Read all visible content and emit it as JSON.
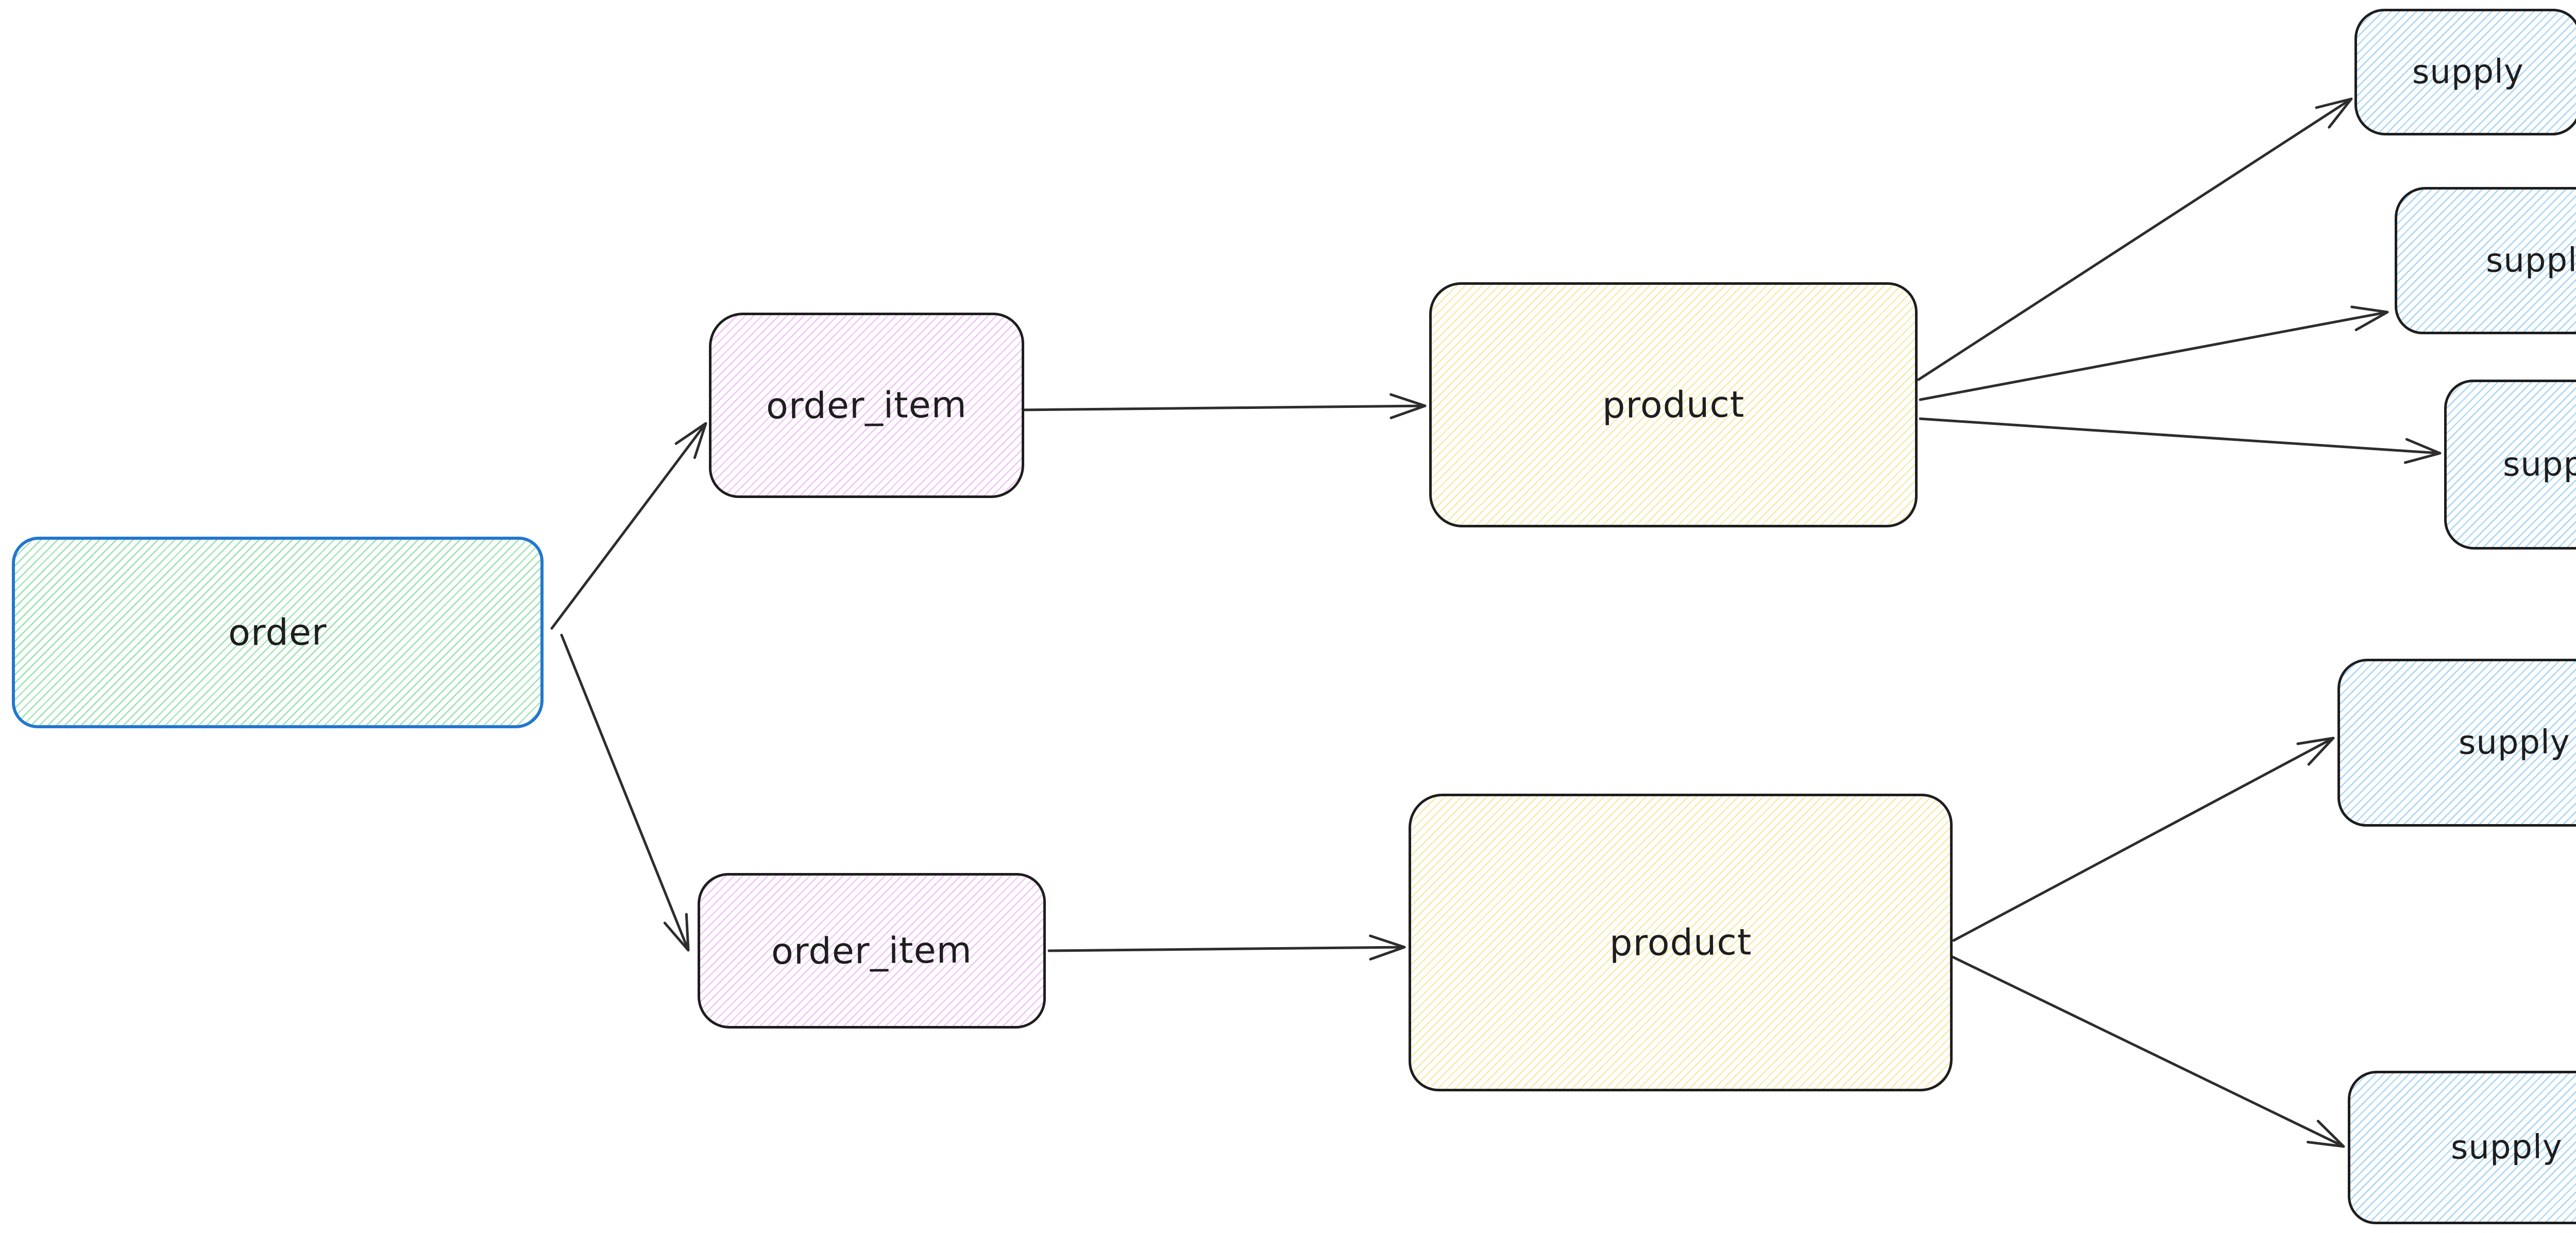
{
  "canvas": {
    "background": "#ffffff",
    "style": "hand-drawn (excalidraw-like), hachure fills, open-V arrowheads"
  },
  "palette": {
    "order_stroke": "#2277cf",
    "shape_stroke": "#1e1e1e",
    "arrow_color": "#2d2d2d",
    "text_color": "#1e1e1e",
    "hatch_green": "#96e3ab",
    "hatch_violet": "#f0c3f7",
    "hatch_yellow": "#f7e9a6",
    "hatch_blue": "#a6d5f7"
  },
  "diagram": {
    "nodes": [
      {
        "id": "order",
        "label": "order",
        "fill": "green",
        "stroke": "#2277cf"
      },
      {
        "id": "order_item_top",
        "label": "order_item",
        "fill": "violet",
        "stroke": "#1e1e1e"
      },
      {
        "id": "order_item_bottom",
        "label": "order_item",
        "fill": "violet",
        "stroke": "#1e1e1e"
      },
      {
        "id": "product_top",
        "label": "product",
        "fill": "yellow",
        "stroke": "#1e1e1e"
      },
      {
        "id": "product_bottom",
        "label": "product",
        "fill": "yellow",
        "stroke": "#1e1e1e"
      },
      {
        "id": "supply_1",
        "label": "supply",
        "fill": "blue",
        "stroke": "#1e1e1e"
      },
      {
        "id": "supply_2",
        "label": "supply",
        "fill": "blue",
        "stroke": "#1e1e1e"
      },
      {
        "id": "supply_3",
        "label": "supply",
        "fill": "blue",
        "stroke": "#1e1e1e"
      },
      {
        "id": "supply_4",
        "label": "supply",
        "fill": "blue",
        "stroke": "#1e1e1e"
      },
      {
        "id": "supply_5",
        "label": "supply",
        "fill": "blue",
        "stroke": "#1e1e1e"
      }
    ],
    "edges": [
      {
        "from": "order",
        "to": "order_item_top"
      },
      {
        "from": "order",
        "to": "order_item_bottom"
      },
      {
        "from": "order_item_top",
        "to": "product_top"
      },
      {
        "from": "order_item_bottom",
        "to": "product_bottom"
      },
      {
        "from": "product_top",
        "to": "supply_1"
      },
      {
        "from": "product_top",
        "to": "supply_2"
      },
      {
        "from": "product_top",
        "to": "supply_3"
      },
      {
        "from": "product_bottom",
        "to": "supply_4"
      },
      {
        "from": "product_bottom",
        "to": "supply_5"
      }
    ]
  }
}
